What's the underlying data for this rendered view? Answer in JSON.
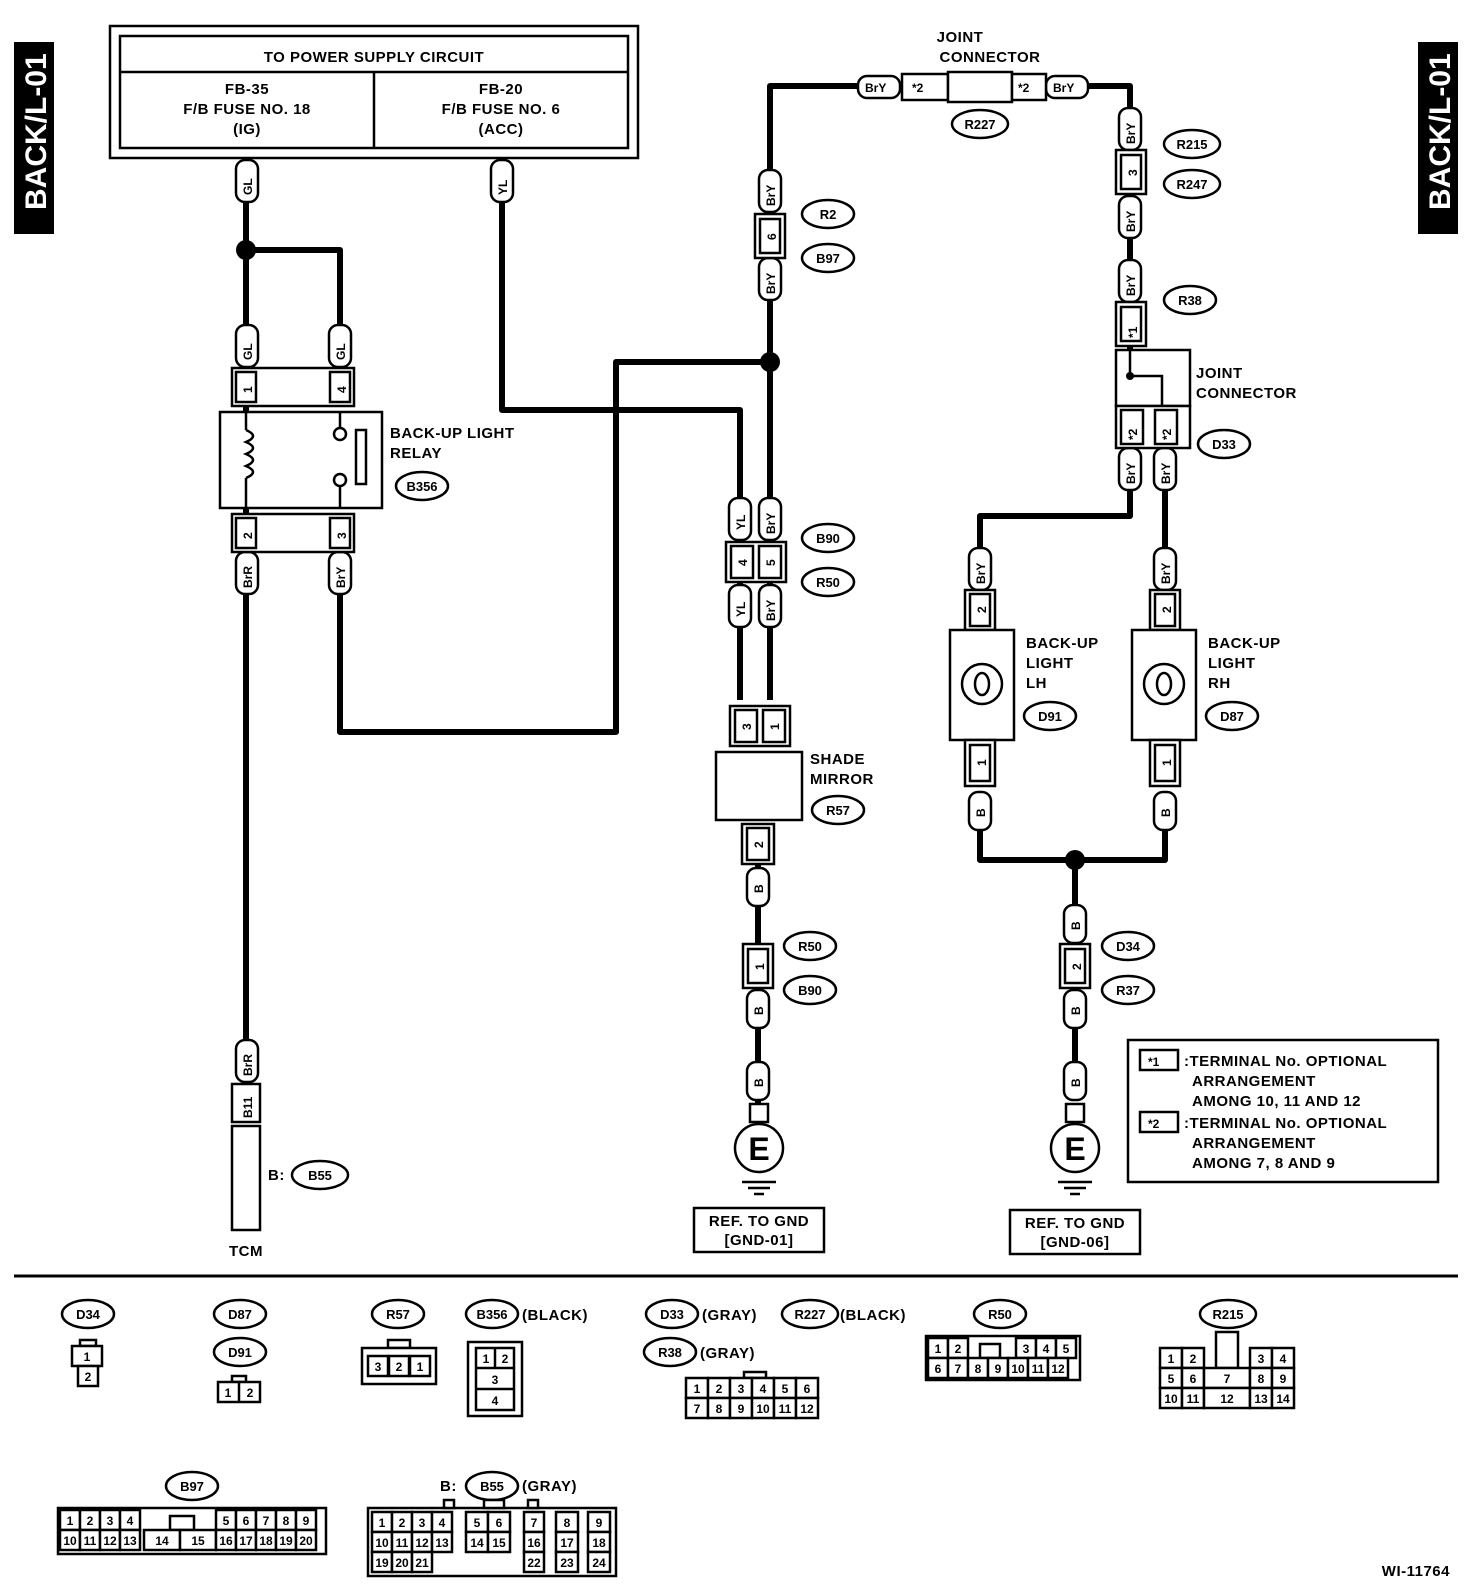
{
  "side_tag": "BACK/L-01",
  "figure_id": "WI-11764",
  "power": {
    "title": "TO POWER SUPPLY CIRCUIT",
    "left": [
      "FB-35",
      "F/B FUSE NO. 18",
      "(IG)"
    ],
    "right": [
      "FB-20",
      "F/B FUSE NO. 6",
      "(ACC)"
    ]
  },
  "joint_top": [
    "JOINT",
    "CONNECTOR"
  ],
  "joint_right": [
    "JOINT",
    "CONNECTOR"
  ],
  "relay": [
    "BACK-UP LIGHT",
    "RELAY"
  ],
  "shade": [
    "SHADE",
    "MIRROR"
  ],
  "lh": [
    "BACK-UP",
    "LIGHT",
    "LH"
  ],
  "rh": [
    "BACK-UP",
    "LIGHT",
    "RH"
  ],
  "tcm": "TCM",
  "tcm_prefix": "B:",
  "wires": {
    "gl": "GL",
    "yl": "YL",
    "bry": "BrY",
    "brr": "BrR",
    "b": "B"
  },
  "pins": {
    "p1": "1",
    "p2": "2",
    "p3": "3",
    "p4": "4",
    "p5": "5",
    "p6": "6",
    "b11": "B11",
    "s1": "*1",
    "s2": "*2"
  },
  "conn": {
    "r2": "R2",
    "b97": "B97",
    "r227": "R227",
    "r215": "R215",
    "r247": "R247",
    "r38": "R38",
    "d33": "D33",
    "b356": "B356",
    "b90": "B90",
    "r50": "R50",
    "r57": "R57",
    "d91": "D91",
    "d87": "D87",
    "d34": "D34",
    "r37": "R37",
    "b55": "B55"
  },
  "ground_mark": "E",
  "gnd1": [
    "REF. TO GND",
    "[GND-01]"
  ],
  "gnd6": [
    "REF. TO GND",
    "[GND-06]"
  ],
  "legend": {
    "k1": "*1",
    "t1": [
      ":TERMINAL No. OPTIONAL",
      "ARRANGEMENT",
      "AMONG 10, 11 AND 12"
    ],
    "k2": "*2",
    "t2": [
      ":TERMINAL No. OPTIONAL",
      "ARRANGEMENT",
      "AMONG 7, 8 AND 9"
    ]
  },
  "bottom": {
    "gray": "(GRAY)",
    "black": "(BLACK)",
    "b_prefix": "B:",
    "d34_pins": [
      "1",
      "2"
    ],
    "d87_pins": [
      "1",
      "2"
    ],
    "r57_pins": [
      "3",
      "2",
      "1"
    ],
    "b356_pins": [
      "1",
      "2",
      "3",
      "4"
    ],
    "d33_row1": [
      "1",
      "2",
      "3",
      "4",
      "5",
      "6"
    ],
    "d33_row2": [
      "7",
      "8",
      "9",
      "10",
      "11",
      "12"
    ],
    "r50_row1a": [
      "1",
      "2"
    ],
    "r50_row1b": [
      "3",
      "4",
      "5"
    ],
    "r50_row2": [
      "6",
      "7",
      "8",
      "9",
      "10",
      "11",
      "12"
    ],
    "r215_row1a": [
      "1",
      "2"
    ],
    "r215_row1b": [
      "3",
      "4"
    ],
    "r215_row2a": [
      "5",
      "6"
    ],
    "r215_mid": "7",
    "r215_row2b": [
      "8",
      "9"
    ],
    "r215_row3a": [
      "10",
      "11"
    ],
    "r215_row3mid": "12",
    "r215_row3b": [
      "13",
      "14"
    ],
    "b97_row1a": [
      "1",
      "2",
      "3",
      "4"
    ],
    "b97_row1b": [
      "5",
      "6",
      "7",
      "8",
      "9"
    ],
    "b97_row2a": [
      "10",
      "11",
      "12",
      "13"
    ],
    "b97_row2mid": [
      "14",
      "15"
    ],
    "b97_row2b": [
      "16",
      "17",
      "18",
      "19",
      "20"
    ],
    "b55_row1a": [
      "1",
      "2",
      "3",
      "4"
    ],
    "b55_row1b": [
      "5",
      "6"
    ],
    "b55_row1c": [
      "7",
      "8",
      "9"
    ],
    "b55_row2a": [
      "10",
      "11",
      "12",
      "13"
    ],
    "b55_row2b": [
      "14",
      "15"
    ],
    "b55_row2c": [
      "16",
      "17",
      "18"
    ],
    "b55_row3a": [
      "19",
      "20",
      "21"
    ],
    "b55_row3c": [
      "22",
      "23",
      "24"
    ]
  }
}
